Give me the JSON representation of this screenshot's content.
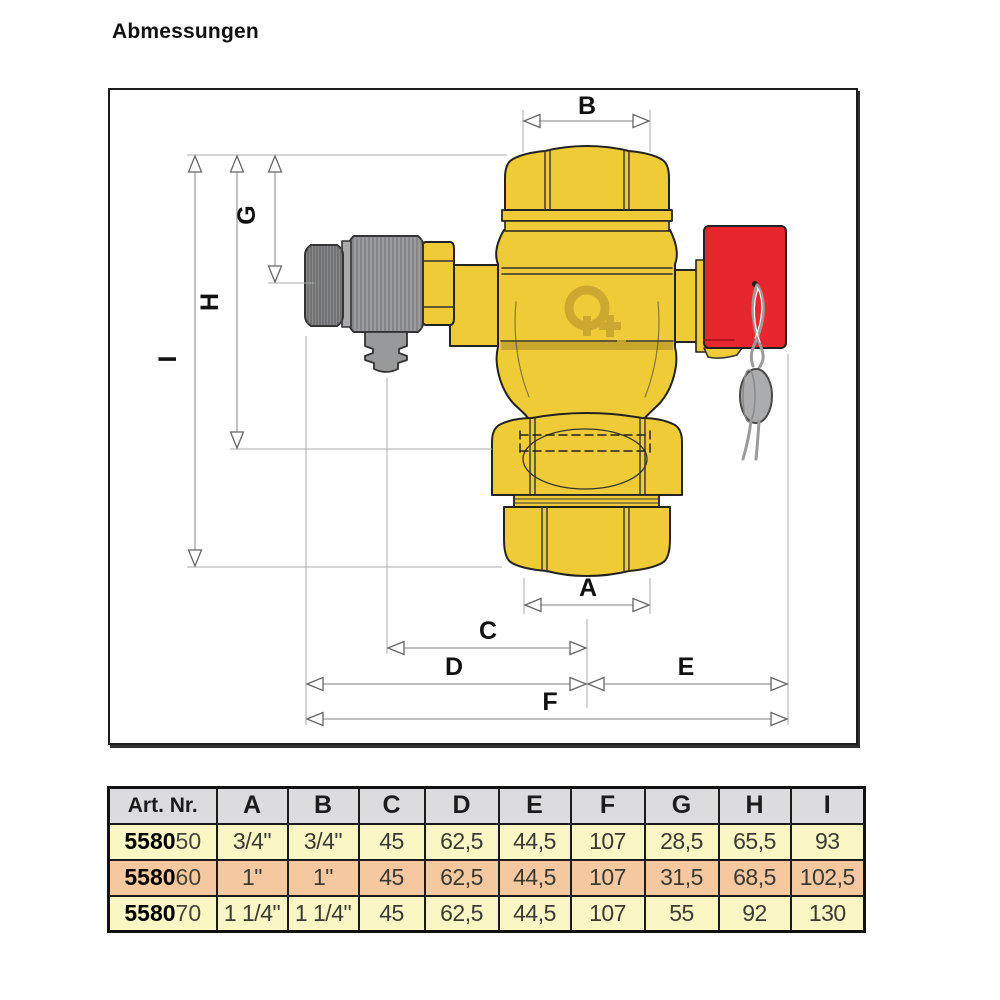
{
  "page": {
    "title": "Abmessungen"
  },
  "diagram": {
    "description": "technical drawing of brass safety relief valve group with dimension lines",
    "dimension_labels": {
      "A": "A",
      "B": "B",
      "C": "C",
      "D": "D",
      "E": "E",
      "F": "F",
      "G": "G",
      "H": "H",
      "I": "I"
    },
    "colors": {
      "brass": "#EFCB37",
      "brass_dark": "#C9A530",
      "outline": "#222222",
      "red_cap": "#E8262D",
      "gray_knob": "#88898B",
      "gray_body": "#9B9C9E",
      "seal_gray": "#ABACAE",
      "dim_line": "#999999"
    }
  },
  "table": {
    "header": [
      "Art. Nr.",
      "A",
      "B",
      "C",
      "D",
      "E",
      "F",
      "G",
      "H",
      "I"
    ],
    "rows": [
      {
        "art_prefix": "5580",
        "art_suffix": "50",
        "values": [
          "3/4\"",
          "3/4\"",
          "45",
          "62,5",
          "44,5",
          "107",
          "28,5",
          "65,5",
          "93"
        ]
      },
      {
        "art_prefix": "5580",
        "art_suffix": "60",
        "values": [
          "1\"",
          "1\"",
          "45",
          "62,5",
          "44,5",
          "107",
          "31,5",
          "68,5",
          "102,5"
        ]
      },
      {
        "art_prefix": "5580",
        "art_suffix": "70",
        "values": [
          "1 1/4\"",
          "1 1/4\"",
          "45",
          "62,5",
          "44,5",
          "107",
          "55",
          "92",
          "130"
        ]
      }
    ],
    "colors": {
      "header_bg": "#DCDCDF",
      "row_yellow": "#FBF7C5",
      "row_orange": "#F6C89F"
    }
  }
}
